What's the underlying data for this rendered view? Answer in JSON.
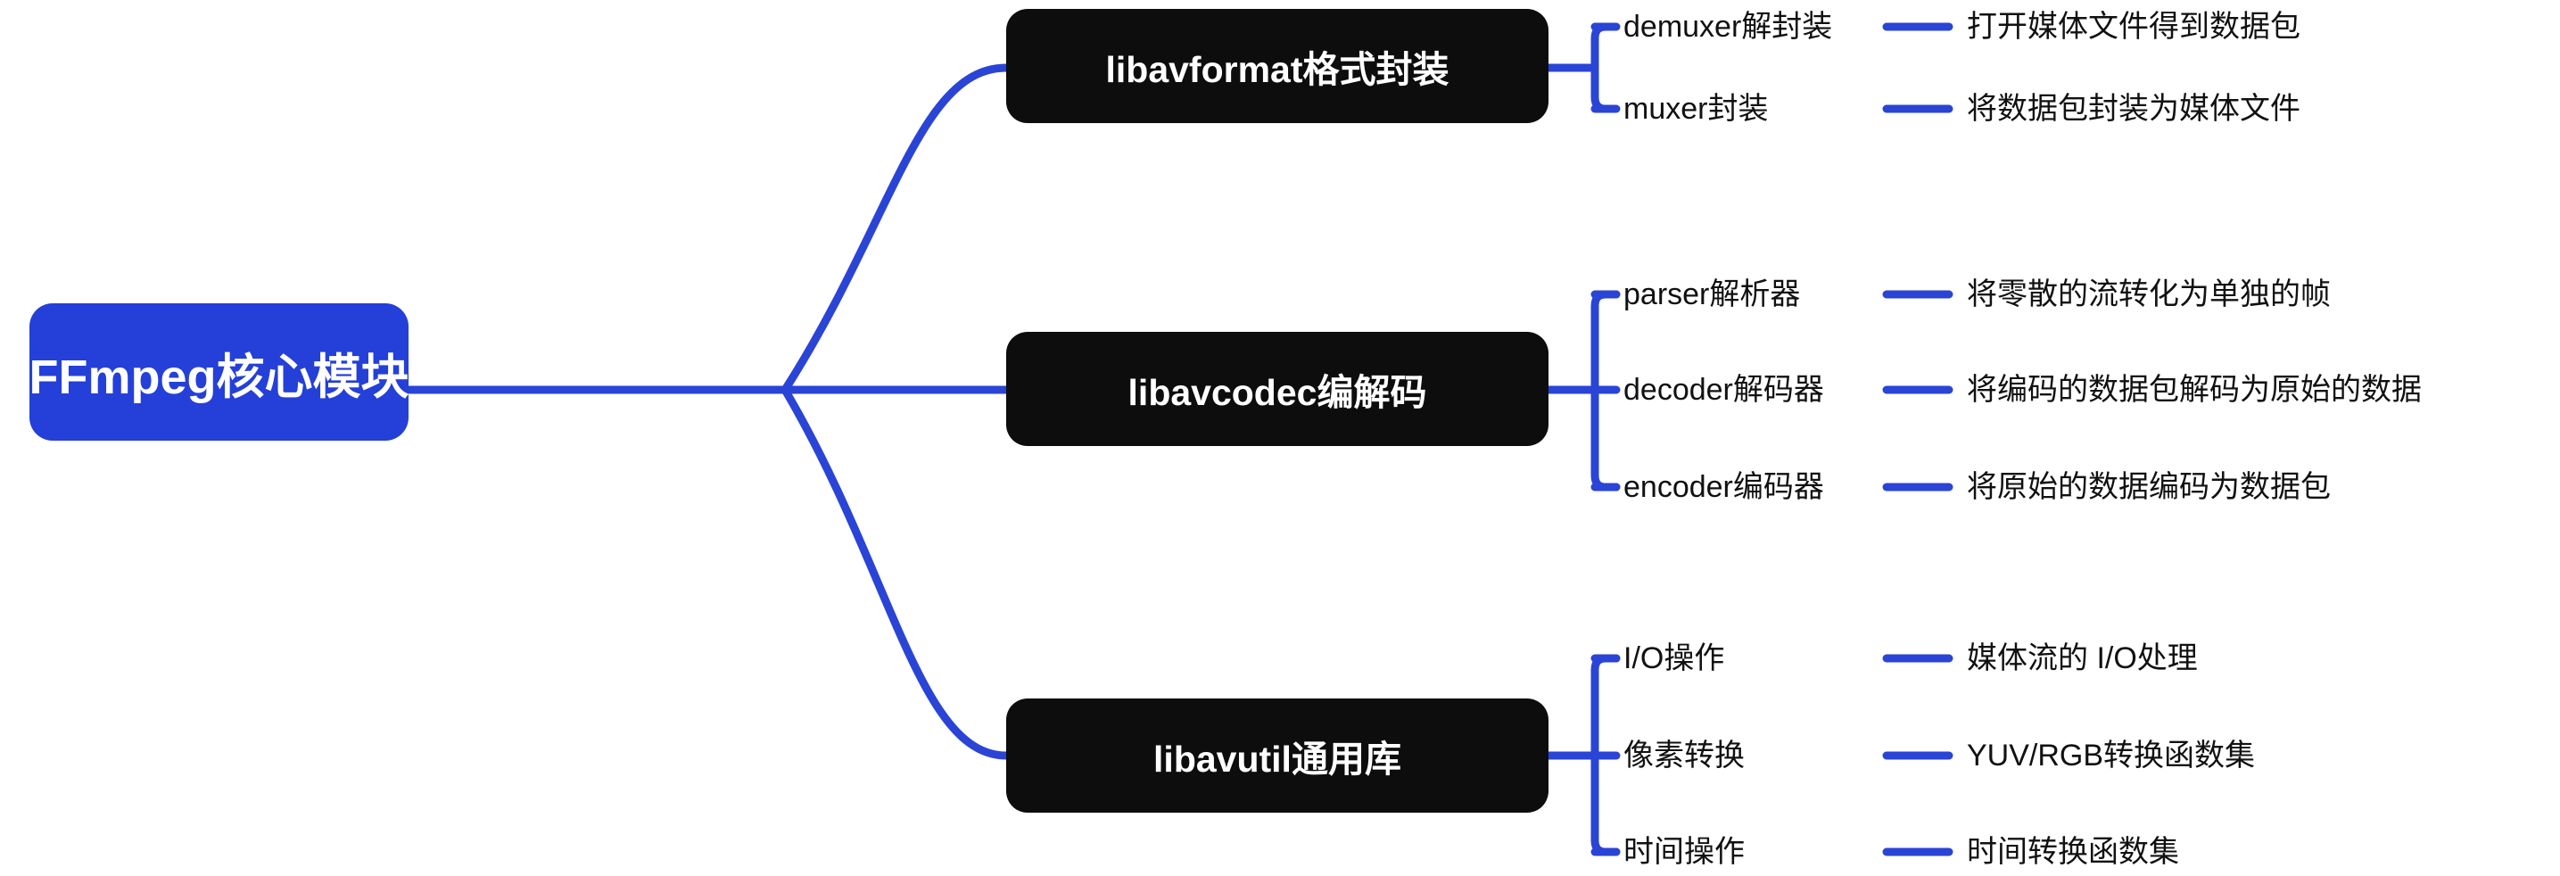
{
  "theme": {
    "background": "#ffffff",
    "accent_blue": "#2440D8",
    "line_blue": "#2A44D6",
    "node_black": "#0d0d0d",
    "node_text_light": "#ffffff",
    "leaf_text": "#111111"
  },
  "diagram": {
    "type": "mindmap",
    "root": {
      "label": "FFmpeg核心模块"
    },
    "branches": [
      {
        "label": "libavformat格式封装",
        "leaves": [
          {
            "label": "demuxer解封装",
            "description": "打开媒体文件得到数据包"
          },
          {
            "label": "muxer封装",
            "description": "将数据包封装为媒体文件"
          }
        ]
      },
      {
        "label": "libavcodec编解码",
        "leaves": [
          {
            "label": "parser解析器",
            "description": "将零散的流转化为单独的帧"
          },
          {
            "label": "decoder解码器",
            "description": "将编码的数据包解码为原始的数据"
          },
          {
            "label": "encoder编码器",
            "description": "将原始的数据编码为数据包"
          }
        ]
      },
      {
        "label": "libavutil通用库",
        "leaves": [
          {
            "label": "I/O操作",
            "description": "媒体流的 I/O处理"
          },
          {
            "label": "像素转换",
            "description": "YUV/RGB转换函数集"
          },
          {
            "label": "时间操作",
            "description": "时间转换函数集"
          }
        ]
      }
    ]
  }
}
